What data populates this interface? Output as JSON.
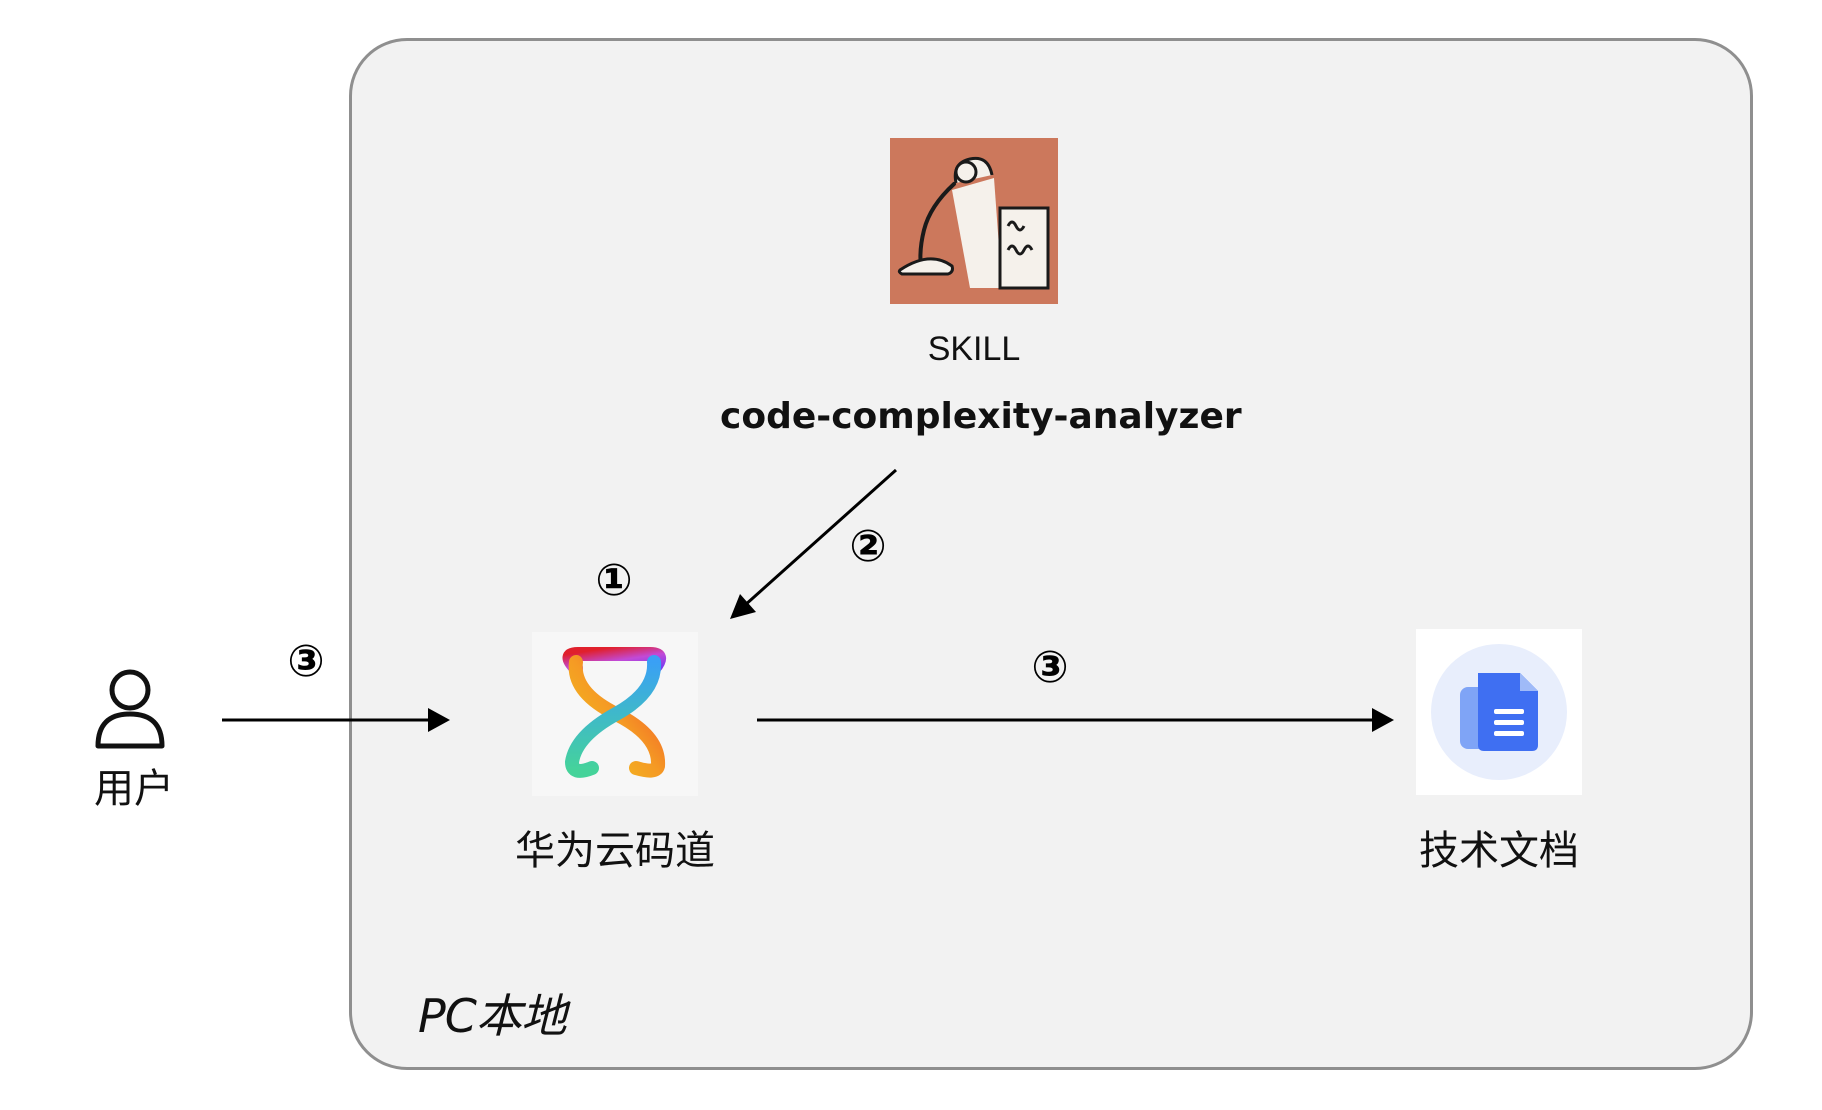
{
  "container": {
    "label": "PC本地",
    "background": "#f2f2f2",
    "border_color": "#8f8f8f"
  },
  "skill": {
    "title": "SKILL",
    "name": "code-complexity-analyzer",
    "icon": "desk-lamp-document-icon",
    "icon_background": "#cc785c"
  },
  "codearts": {
    "label": "华为云码道",
    "icon": "codearts-logo-icon"
  },
  "document": {
    "label": "技术文档",
    "icon": "document-icon",
    "accent": "#3f6ff2"
  },
  "user": {
    "label": "用户",
    "icon": "person-icon"
  },
  "steps": {
    "codearts_step": "①",
    "skill_step": "②",
    "user_step": "③",
    "doc_step": "③"
  }
}
